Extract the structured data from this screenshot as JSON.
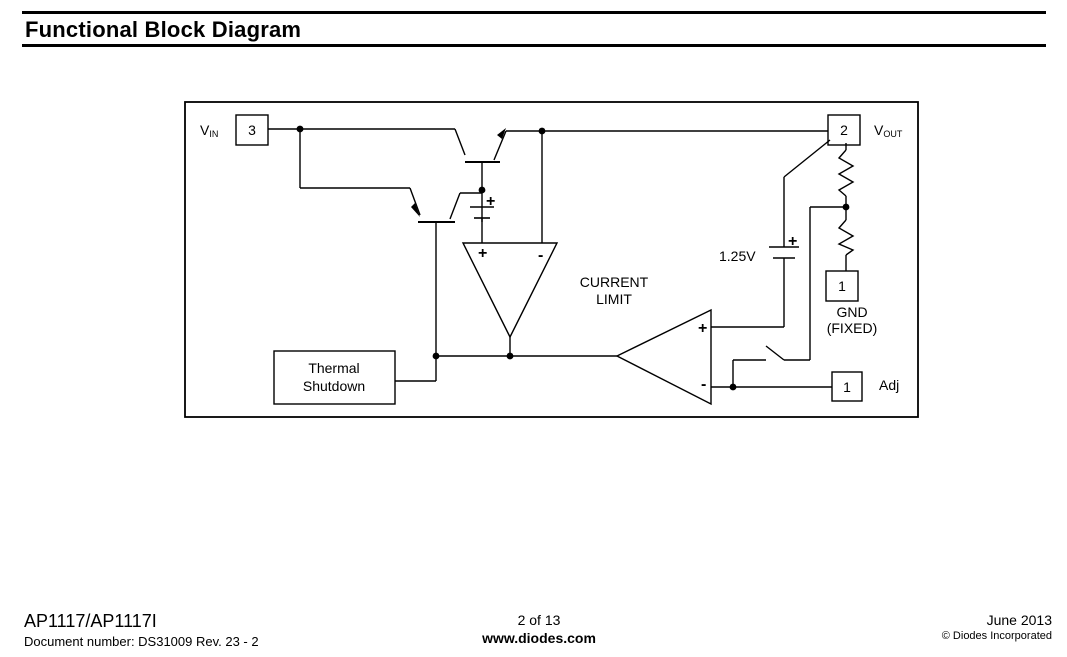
{
  "header": {
    "title": "Functional Block Diagram"
  },
  "diagram": {
    "pins": {
      "vin": {
        "number": "3",
        "label": "V",
        "label_sub": "IN"
      },
      "vout": {
        "number": "2",
        "label": "V",
        "label_sub": "OUT"
      },
      "gnd": {
        "number": "1",
        "label_line1": "GND",
        "label_line2": "(FIXED)"
      },
      "adj": {
        "number": "1",
        "label": "Adj"
      }
    },
    "blocks": {
      "current_limit_line1": "CURRENT",
      "current_limit_line2": "LIMIT",
      "thermal_line1": "Thermal",
      "thermal_line2": "Shutdown"
    },
    "reference": {
      "voltage": "1.25V"
    },
    "signs": {
      "plus": "+",
      "minus": "-"
    }
  },
  "footer": {
    "part_number": "AP1117/AP1117I",
    "doc_number": "Document number: DS31009 Rev. 23 - 2",
    "page": "2 of 13",
    "website": "www.diodes.com",
    "date": "June 2013",
    "copyright": "© Diodes Incorporated"
  }
}
